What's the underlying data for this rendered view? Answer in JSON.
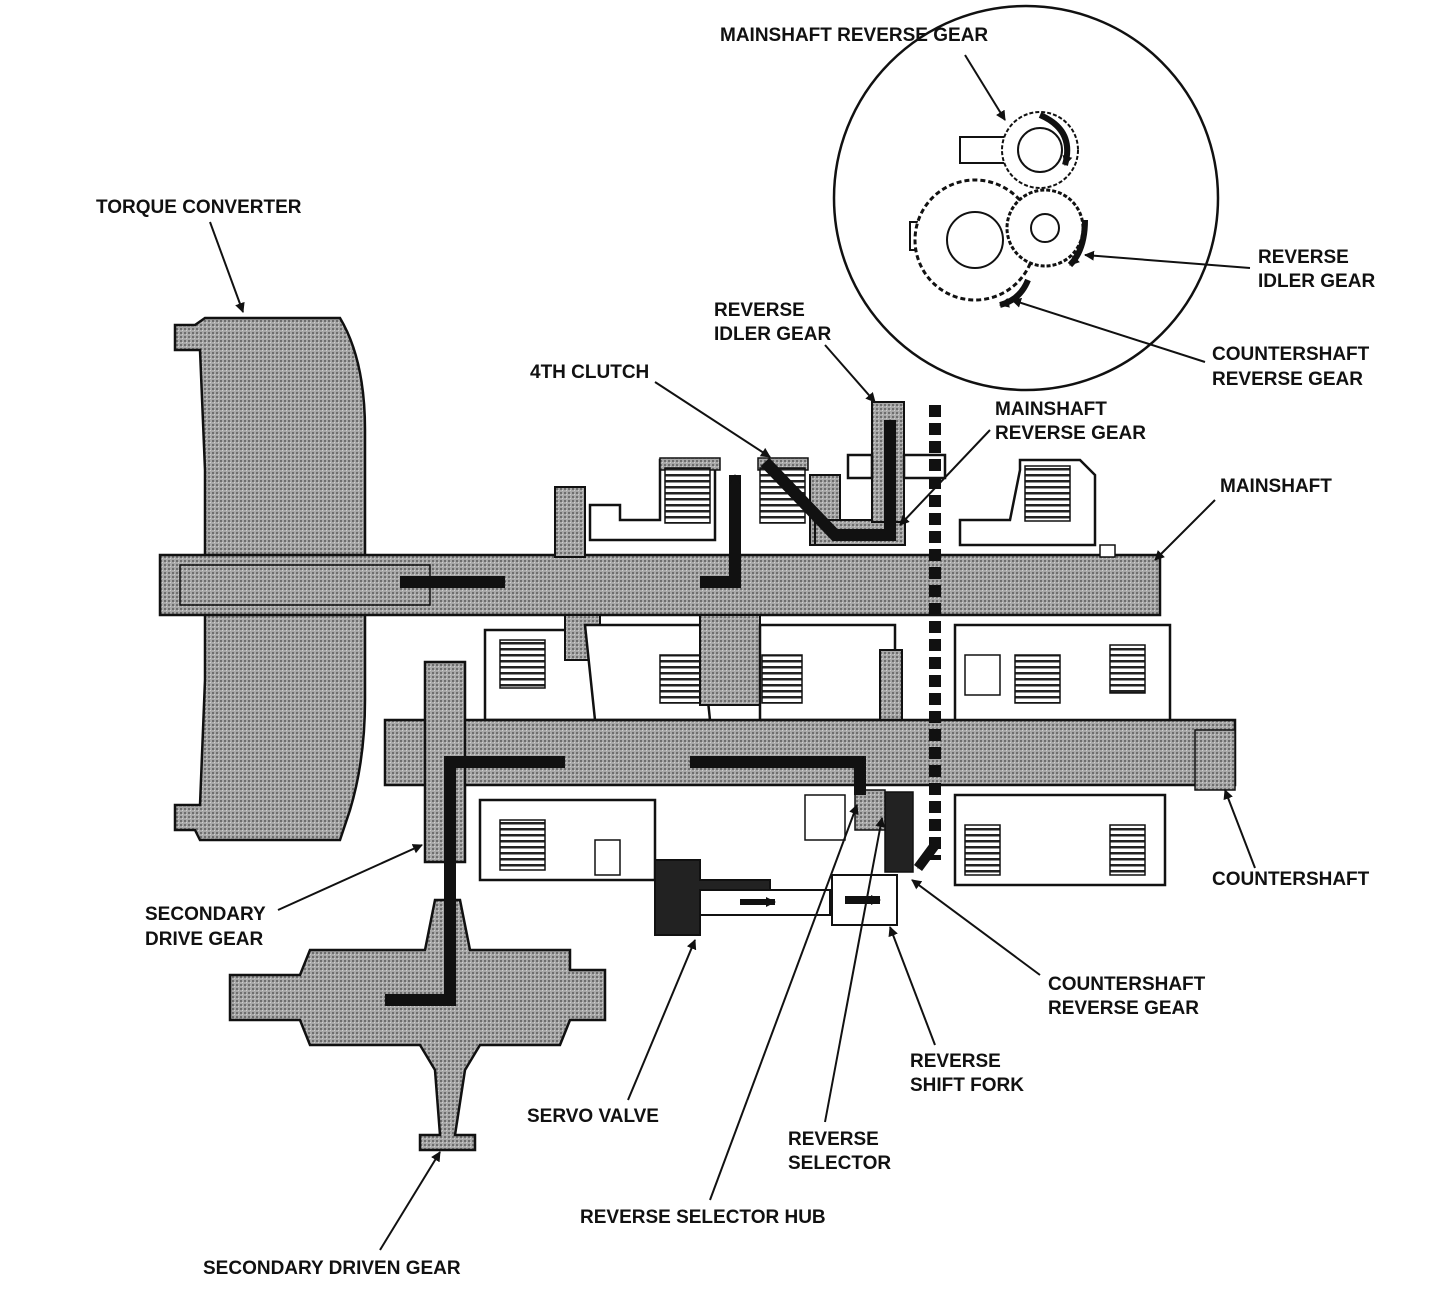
{
  "labels": {
    "mainshaft_reverse_gear_top": "MAINSHAFT REVERSE GEAR",
    "torque_converter": "TORQUE CONVERTER",
    "reverse_idler_gear_inset": [
      "REVERSE",
      "IDLER GEAR"
    ],
    "countershaft_reverse_gear_inset": [
      "COUNTERSHAFT",
      "REVERSE GEAR"
    ],
    "reverse_idler_gear": [
      "REVERSE",
      "IDLER GEAR"
    ],
    "fourth_clutch": "4TH CLUTCH",
    "mainshaft_reverse_gear": [
      "MAINSHAFT",
      "REVERSE GEAR"
    ],
    "mainshaft": "MAINSHAFT",
    "countershaft": "COUNTERSHAFT",
    "secondary_drive_gear": [
      "SECONDARY",
      "DRIVE GEAR"
    ],
    "countershaft_reverse_gear": [
      "COUNTERSHAFT",
      "REVERSE GEAR"
    ],
    "reverse_shift_fork": [
      "REVERSE",
      "SHIFT FORK"
    ],
    "servo_valve": "SERVO VALVE",
    "reverse_selector": [
      "REVERSE",
      "SELECTOR"
    ],
    "reverse_selector_hub": "REVERSE SELECTOR HUB",
    "secondary_driven_gear": "SECONDARY DRIVEN GEAR"
  },
  "colors": {
    "ink": "#111111",
    "hatch_fill": "#9a9a9a",
    "power_flow": "#111111",
    "background": "#ffffff"
  },
  "icons": {
    "power_flow_arrow": "arrow-right-icon",
    "gear": "gear-icon"
  }
}
